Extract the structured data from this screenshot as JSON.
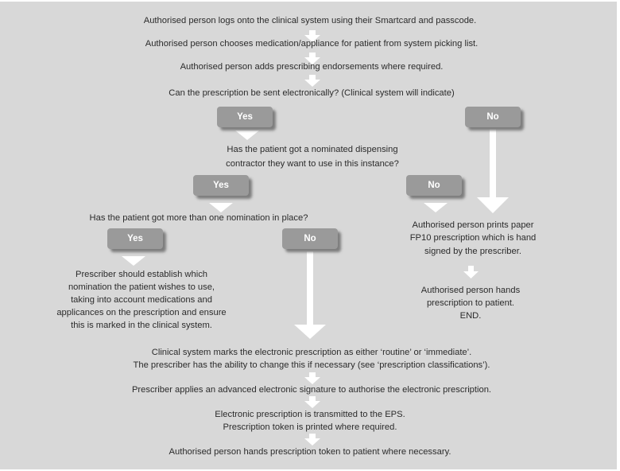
{
  "steps": {
    "login": "Authorised person logs onto the clinical system using their Smartcard and passcode.",
    "choose": "Authorised person chooses medication/appliance for patient from system picking list.",
    "endorse": "Authorised person adds prescribing endorsements where required.",
    "q_electronic": "Can the prescription be sent electronically? (Clinical system will indicate)",
    "q_nominated": [
      "Has the patient got a nominated dispensing",
      "contractor they want to use in this instance?"
    ],
    "q_multiple": "Has the patient got more than one nomination in place?",
    "establish": [
      "Prescriber should establish which",
      "nomination the patient wishes to use,",
      "taking into account medications and",
      "applicances on the prescription and ensure",
      "this is marked in the clinical system."
    ],
    "print_paper": [
      "Authorised person prints paper",
      "FP10 prescription which is hand",
      "signed by the prescriber."
    ],
    "hand_paper": [
      "Authorised person hands",
      "prescription to patient.",
      "END."
    ],
    "classify": [
      "Clinical system marks the electronic prescription as either ‘routine’ or ‘immediate’.",
      "The prescriber has the ability to change this if necessary (see ‘prescription classifications’)."
    ],
    "sign": "Prescriber applies an advanced electronic signature to authorise the electronic prescription.",
    "transmit": [
      "Electronic prescription is transmitted to the EPS.",
      "Prescription token is printed where required."
    ],
    "hand_token": "Authorised person hands prescription token to patient where necessary."
  },
  "answers": {
    "yes": "Yes",
    "no": "No"
  },
  "colors": {
    "background": "#d8d8d8",
    "button": "#9a9a9a",
    "arrow": "#ffffff",
    "text": "#2b2b2b"
  }
}
